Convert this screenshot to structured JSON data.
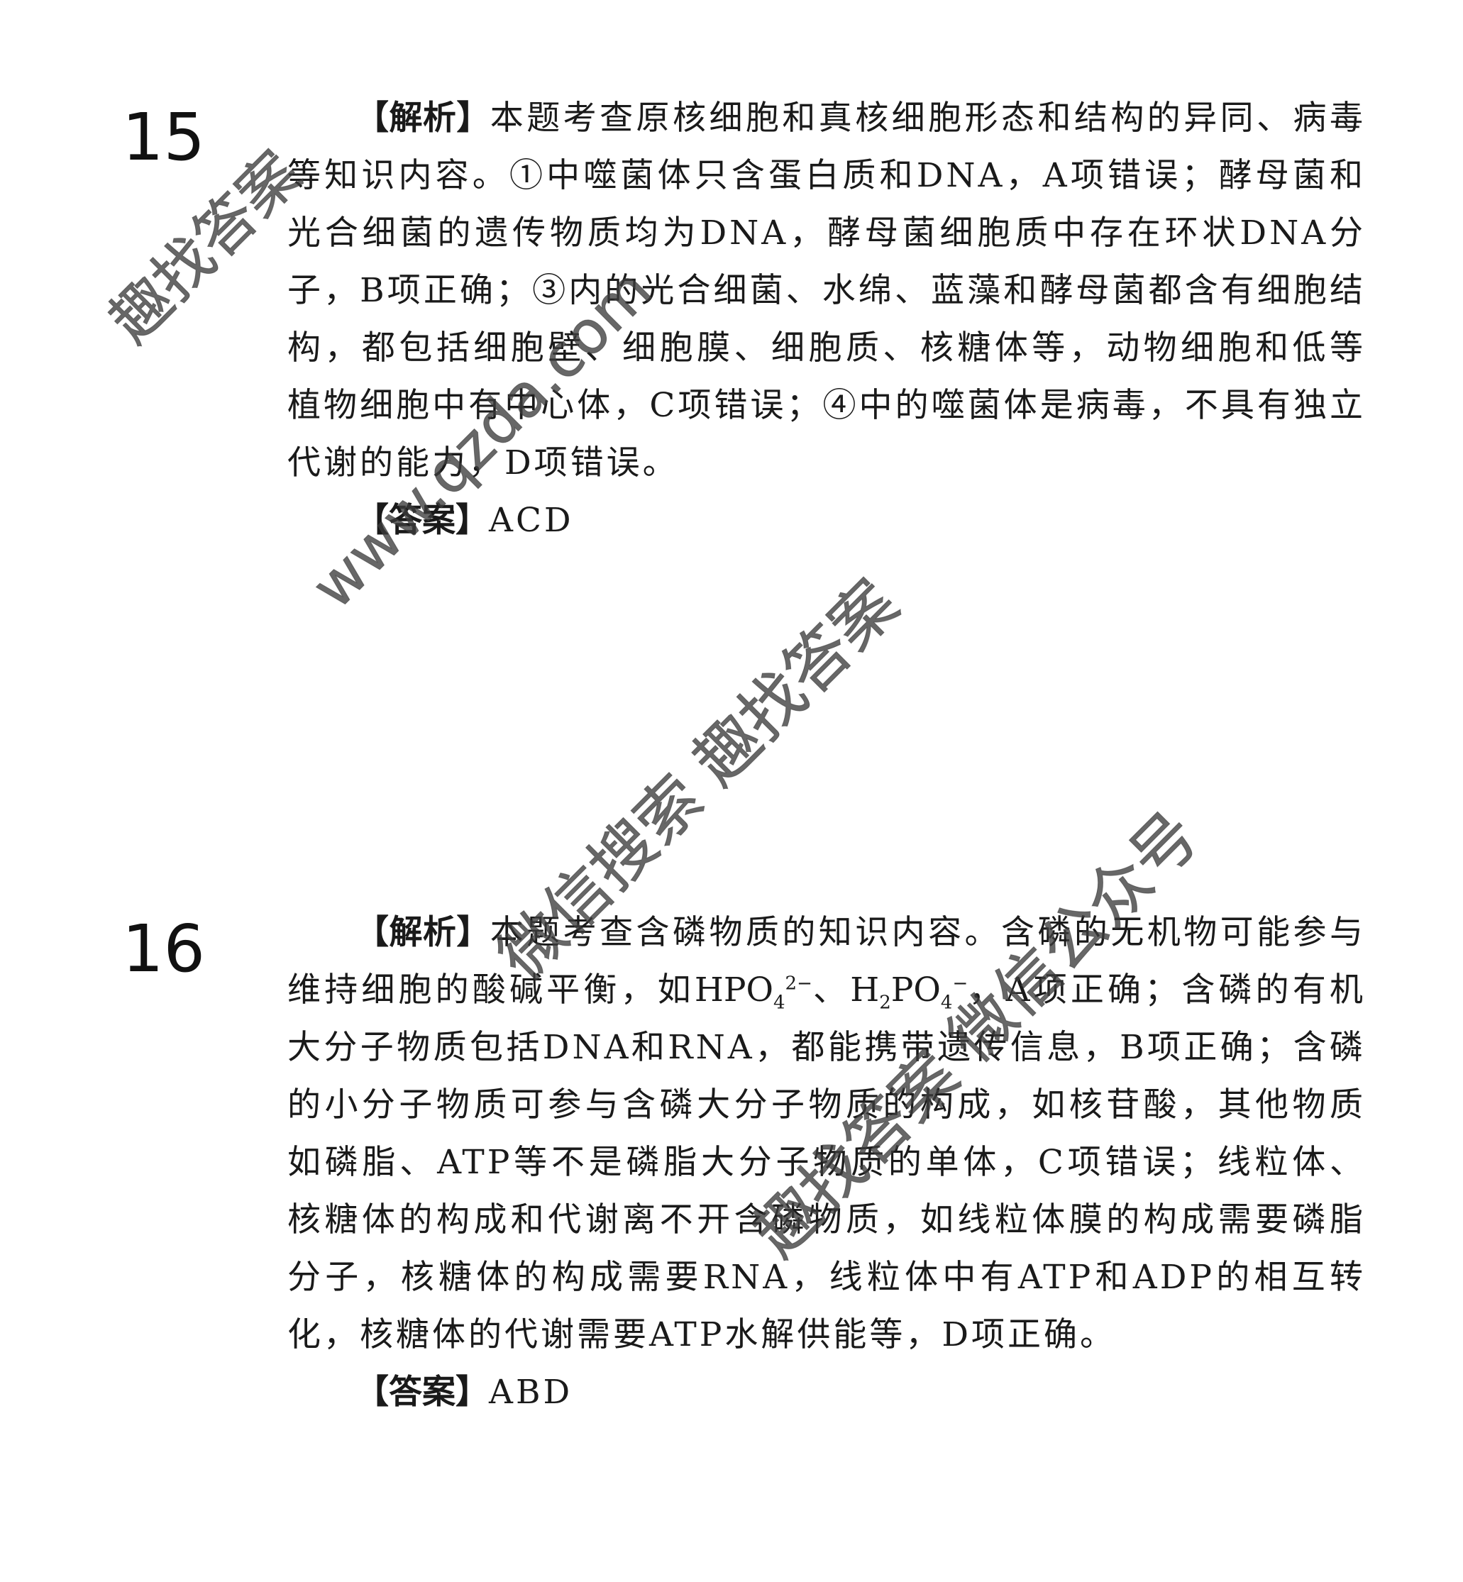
{
  "q15": {
    "number": "15",
    "analysis_tag": "【解析】",
    "analysis_text": "本题考查原核细胞和真核细胞形态和结构的异同、病毒等知识内容。①中噬菌体只含蛋白质和DNA，A项错误；酵母菌和光合细菌的遗传物质均为DNA，酵母菌细胞质中存在环状DNA分子，B项正确；③内的光合细菌、水绵、蓝藻和酵母菌都含有细胞结构，都包括细胞壁、细胞膜、细胞质、核糖体等，动物细胞和低等植物细胞中有中心体，C项错误；④中的噬菌体是病毒，不具有独立代谢的能力，D项错误。",
    "answer_tag": "【答案】",
    "answer": "ACD"
  },
  "q16": {
    "number": "16",
    "analysis_tag": "【解析】",
    "analysis_pre": "本题考查含磷物质的知识内容。含磷的无机物可能参与维持细胞的酸碱平衡，如",
    "ion1_base": "HPO",
    "ion1_sub": "4",
    "ion1_sup": "2−",
    "ion_sep": "、",
    "ion2_a": "H",
    "ion2_sub1": "2",
    "ion2_b": "PO",
    "ion2_sub2": "4",
    "ion2_sup": "−",
    "analysis_post": "，A项正确；含磷的有机大分子物质包括DNA和RNA，都能携带遗传信息，B项正确；含磷的小分子物质可参与含磷大分子物质的构成，如核苷酸，其他物质如磷脂、ATP等不是磷脂大分子物质的单体，C项错误；线粒体、核糖体的构成和代谢离不开含磷物质，如线粒体膜的构成需要磷脂分子，核糖体的构成需要RNA，线粒体中有ATP和ADP的相互转化，核糖体的代谢需要ATP水解供能等，D项正确。",
    "answer_tag": "【答案】",
    "answer": "ABD"
  },
  "watermarks": [
    "趣找答案",
    "www.qzda.com",
    "微信搜索 趣找答案",
    "趣找答案 微信公众号"
  ]
}
